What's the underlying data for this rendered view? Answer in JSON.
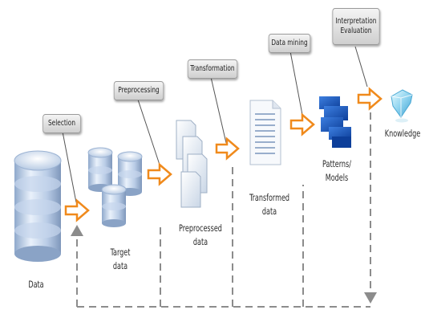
{
  "steps": {
    "selection": "Selection",
    "preprocessing": "Preprocessing",
    "transformation": "Transformation",
    "data_mining": "Data mining",
    "interpretation": "Interpretation\nEvaluation"
  },
  "stages": {
    "data": "Data",
    "target_data": "Target\ndata",
    "preprocessed_data": "Preprocessed\ndata",
    "transformed_data": "Transformed\ndata",
    "patterns_models": "Patterns/\nModels",
    "knowledge": "Knowledge"
  },
  "colors": {
    "arrow_orange": "#f08a1c",
    "database_blue": "#a9c3e3",
    "pattern_blue": "#1f5fbf",
    "feedback_gray": "#8c8c8c"
  }
}
